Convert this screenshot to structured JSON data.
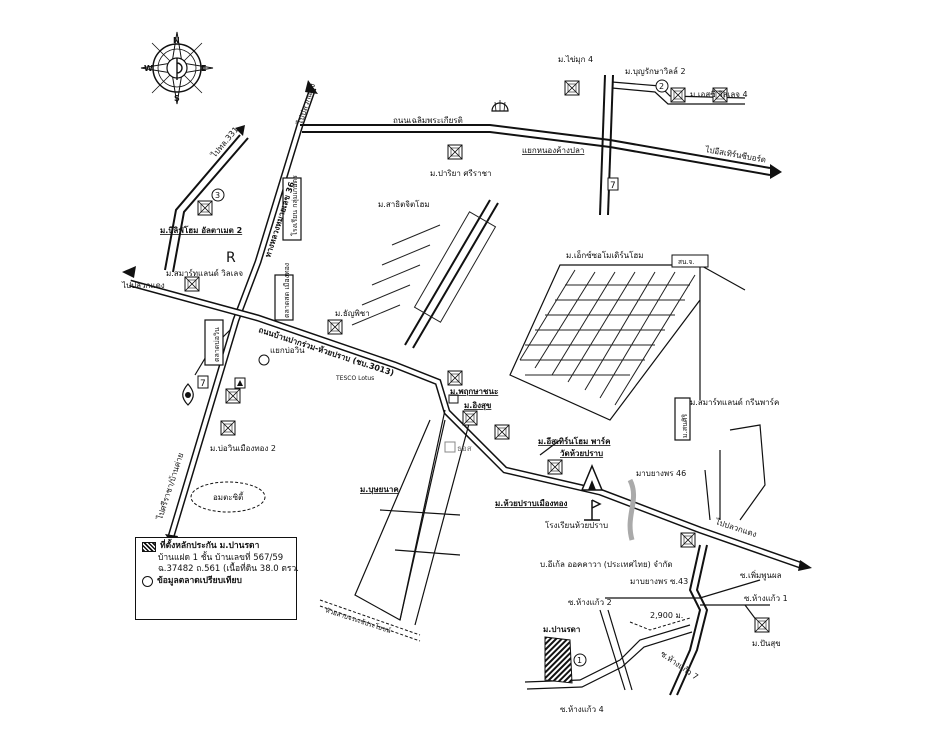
{
  "compass": {
    "n": "N",
    "s": "S",
    "e": "E",
    "w": "W"
  },
  "roads": {
    "to_pluak_daeng_top": "ไปปลวกแดง",
    "to_route_331": "ไปทล.331",
    "chaloem_phrakiat": "ถนนเฉลิมพระเกียรติ",
    "to_eastern_seaboard": "ไปอีสเทิร์นซีบอร์ด",
    "nong_kang_pla_junction": "แยกหนองค้างปลา",
    "highway_36": "ทางหลวงหมายเลข 36",
    "to_pluak_daeng_left": "ไปปลวกแดง",
    "bo_win_junction": "แยกบ่อวิน",
    "road_3013": "ถนนบ้านปากร่วม-ห้วยปราบ (ชบ.3013)",
    "to_si_racha": "ไปศรีราชา/บ้านค่าย",
    "to_pluak_daeng_right": "ไปปลวกแดง",
    "huai_sai_road": "ห้วยสาบจระเข้ประโยชน์"
  },
  "places": {
    "m_khai_muk_4": "ม.ไข่มุก 4",
    "m_bunyarak_villa_2": "ม.บุญรักษาวิลล์ 2",
    "m_es_see_village_4": "ม.เอสซี วิลเลจ 4",
    "m_pariya_siracha": "ม.ปาริยา ศรีราชา",
    "m_sathit_jit_home": "ม.สาธิตจิตโฮม",
    "m_bliss_home_2": "ม.บีลิฟโฮม อัลตาเมต 2",
    "school_kasem": "โรงเรียน กลุ่มเกษตร",
    "m_smart_land_village": "ม.สมาร์ทแลนด์ วิลเลจ",
    "market_bo_win": "ตลาดสด เมืองทอง",
    "m_thanya": "ม.ธัญพิชา",
    "market_left": "ตลาดบ่อวิน",
    "m_bo_win_mueang_thong_2": "ม.บ่อวินเมืองทอง 2",
    "amakasi": "อมตะซิตี้",
    "tesco_lotus": "TESCO Lotus",
    "m_ekachai_home": "ม.เอ็กซ์ซอโมเดิร์นโฮม",
    "temple_mini": "สน.จ.",
    "m_smart_land_green_park": "ม.สมาร์ทแลนด์ กรีนพาร์ค",
    "m_saen_suk": "ม.สนศิริ",
    "m_phruksa_chana": "ม.พฤกษาชนะ",
    "m_ing_suk": "ม.อิงสุข",
    "m_eastern_home_park": "ม.อีสเทิร์นโฮม พาร์ค",
    "wat_huai_prab": "วัดห้วยปราบ",
    "m_bu_sarakham": "ม.บุษยนาค",
    "m_huai_prab_mueang_thong": "ม.ห้วยปราบเมืองทอง",
    "school_huai_prab": "โรงเรียนห้วยปราบ",
    "marubeni_46": "มาบยางพร 46",
    "company": "บ.อีเก้ล ออคคาวา (ประเทศไทย) จำกัด",
    "marubeni_43": "มาบยางพร ซ.43",
    "soi_phoem_phun_phon": "ซ.เพิ่มพูนผล",
    "soi_hang_kaeo_1": "ซ.ห้างแก้ว 1",
    "soi_hang_kaeo_2": "ซ.ห้างแก้ว 2",
    "distance": "2,900 ม.",
    "m_pan_suk": "ม.ปันสุข",
    "m_pan_rada": "ม.ปานรดา",
    "soi_hang_kaeo_7": "ซ.ห้างแก้ว 7",
    "soi_hang_kaeo_4": "ซ.ห้างแก้ว 4",
    "num_1": "1",
    "num_2": "2",
    "num_3": "3",
    "dos_logo": "ธอส"
  },
  "legend": {
    "line1": "ที่ตั้งหลักประกัน ม.ปานรดา",
    "line2": "บ้านแฝด 1 ชั้น บ้านเลขที่ 567/59",
    "line3": "ฉ.37482 ถ.561 (เนื้อที่ดิน 38.0 ตรว.",
    "line4": "ข้อมูลตลาดเปรียบเทียบ"
  }
}
